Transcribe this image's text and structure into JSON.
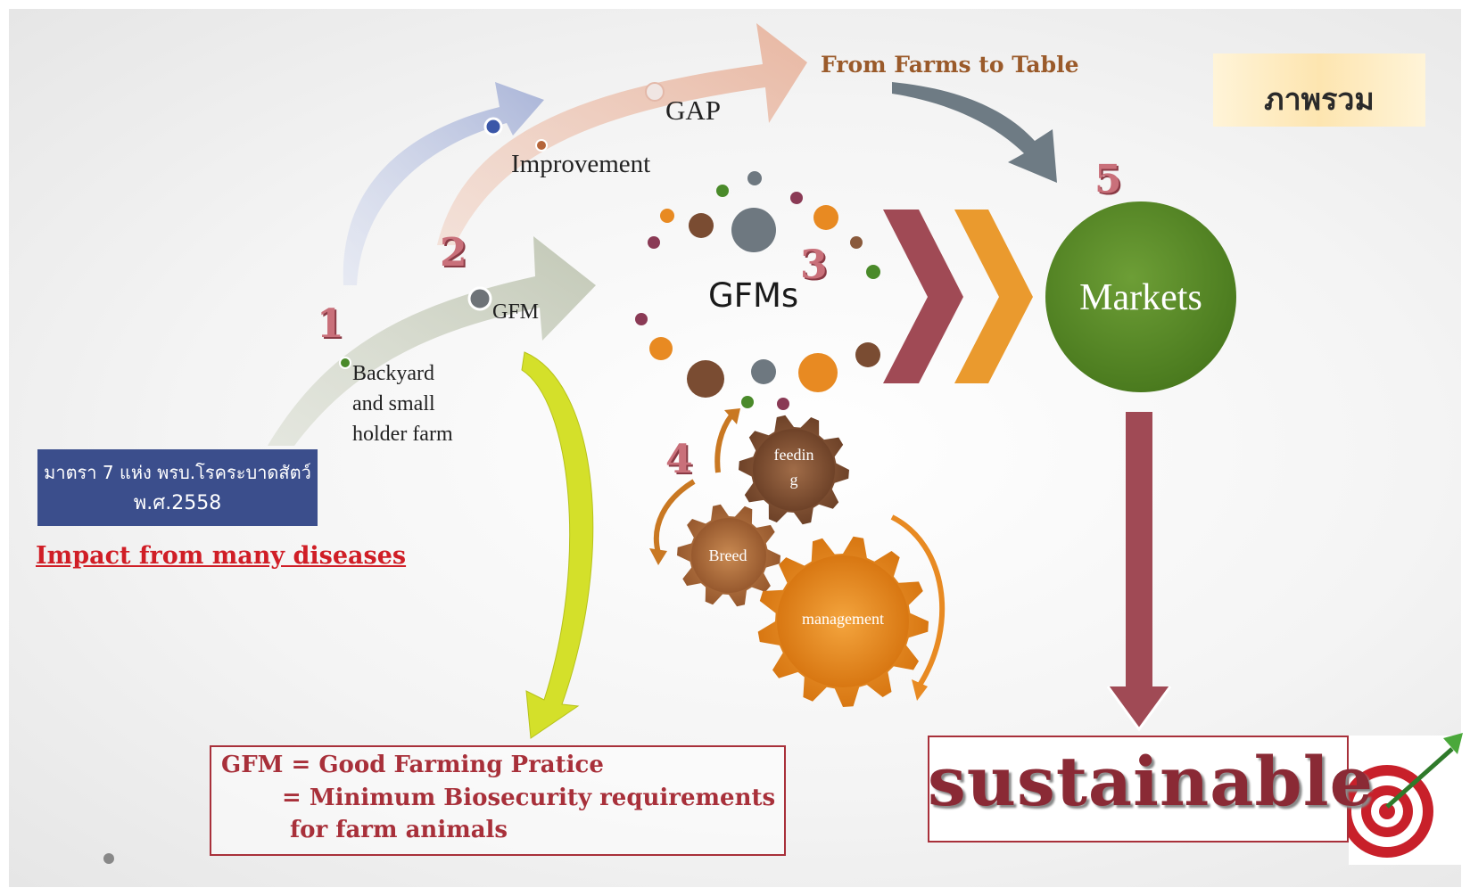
{
  "title_box": {
    "text": "ภาพรวม"
  },
  "law_box": {
    "line1": "มาตรา 7 แห่ง พรบ.โรคระบาดสัตว์",
    "line2": "พ.ศ.2558"
  },
  "impact_text": "Impact from many diseases",
  "steps": {
    "n1": "1",
    "n2": "2",
    "n3": "3",
    "n4": "4",
    "n5": "5"
  },
  "labels": {
    "backyard": [
      "Backyard",
      "and small",
      "holder farm"
    ],
    "gfm": "GFM",
    "improvement": "Improvement",
    "gap": "GAP",
    "farms_to_table": "From Farms to Table",
    "gfms": "GFMs",
    "markets": "Markets"
  },
  "gears": {
    "feeding": [
      "feedin",
      "g"
    ],
    "breed": "Breed",
    "management": "management"
  },
  "definition": {
    "line1": "GFM = Good Farming Pratice",
    "line2": "= Minimum Biosecurity requirements",
    "line3": "for farm animals"
  },
  "sustainable": "sustainable",
  "colors": {
    "gfm_arrow": "#c9cfbf",
    "gap_arrow": "#e8bfae",
    "blue_arrow": "#b9c2dc",
    "gray_arrow": "#6e7b84",
    "markets_green": "#5a8a2a",
    "chevron_red": "#a04a55",
    "chevron_orange": "#ea9a2e",
    "gear_brown": "#8a5a3c",
    "gear_light_brown": "#b07040",
    "gear_orange": "#e88a22",
    "accent_red": "#c8202a",
    "navy_box": "#3b4e8c",
    "yellow_arrow": "#d4e02a"
  },
  "icons": {
    "target": "target-dart-icon"
  }
}
